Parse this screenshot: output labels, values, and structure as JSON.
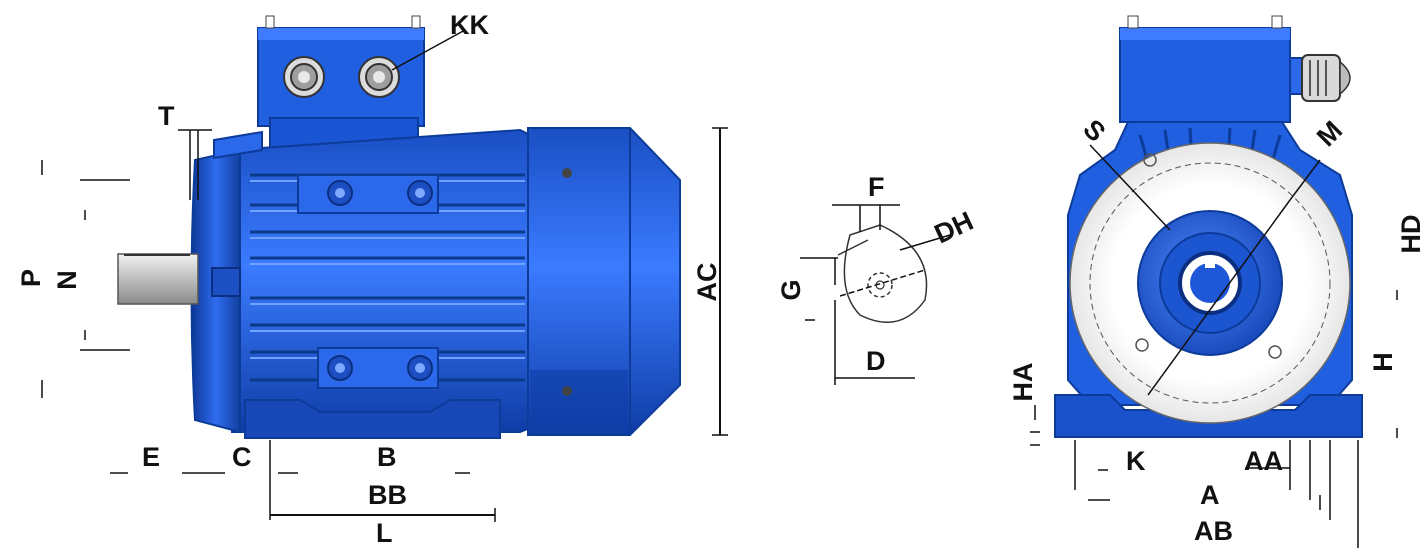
{
  "colors": {
    "motor_blue": "#1f5fe0",
    "motor_dark": "#0c3b9a",
    "motor_light": "#5c93ff",
    "shaft_grey": "#c9c9c9",
    "line": "#111111",
    "background": "#ffffff"
  },
  "side_view": {
    "labels": {
      "kk": "KK",
      "t": "T",
      "p": "P",
      "n": "N",
      "ac": "AC",
      "e": "E",
      "c": "C",
      "b": "B",
      "bb": "BB",
      "l": "L"
    }
  },
  "shaft_detail": {
    "labels": {
      "f": "F",
      "dh": "DH",
      "g": "G",
      "d": "D"
    }
  },
  "end_view": {
    "labels": {
      "s": "S",
      "m": "M",
      "hd": "HD",
      "ha": "HA",
      "h": "H",
      "k": "K",
      "aa": "AA",
      "a": "A",
      "ab": "AB"
    }
  }
}
